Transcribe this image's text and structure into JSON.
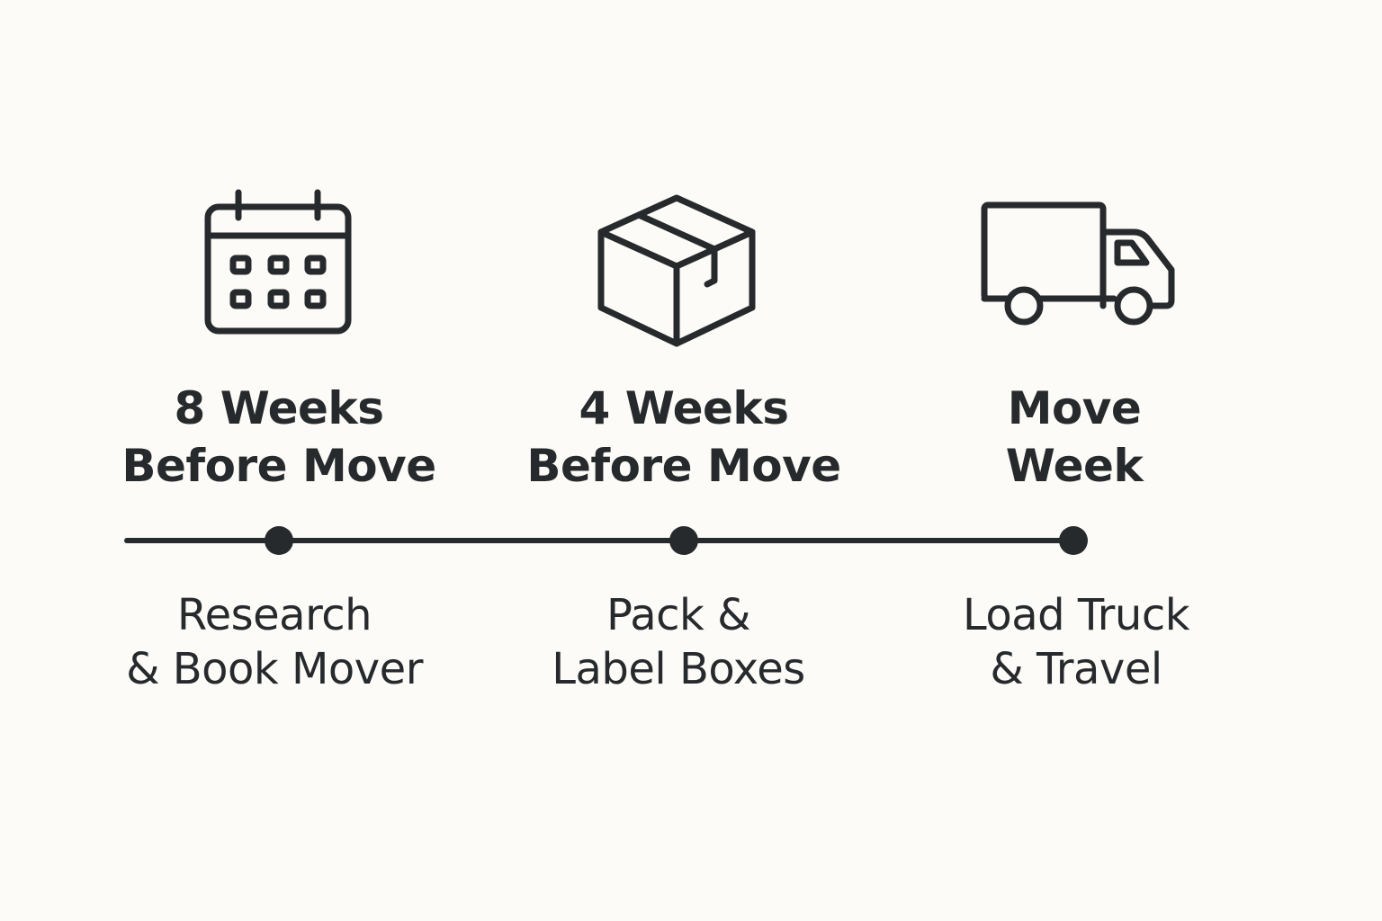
{
  "colors": {
    "background": "#fcfbf7",
    "ink": "#272a2d"
  },
  "stages": [
    {
      "icon": "calendar-icon",
      "title_line1": "8 Weeks",
      "title_line2": "Before Move",
      "desc_line1": "Research",
      "desc_line2": "& Book Mover"
    },
    {
      "icon": "box-icon",
      "title_line1": "4 Weeks",
      "title_line2": "Before Move",
      "desc_line1": "Pack &",
      "desc_line2": "Label Boxes"
    },
    {
      "icon": "truck-icon",
      "title_line1": "Move",
      "title_line2": "Week",
      "desc_line1": "Load Truck",
      "desc_line2": "& Travel"
    }
  ]
}
